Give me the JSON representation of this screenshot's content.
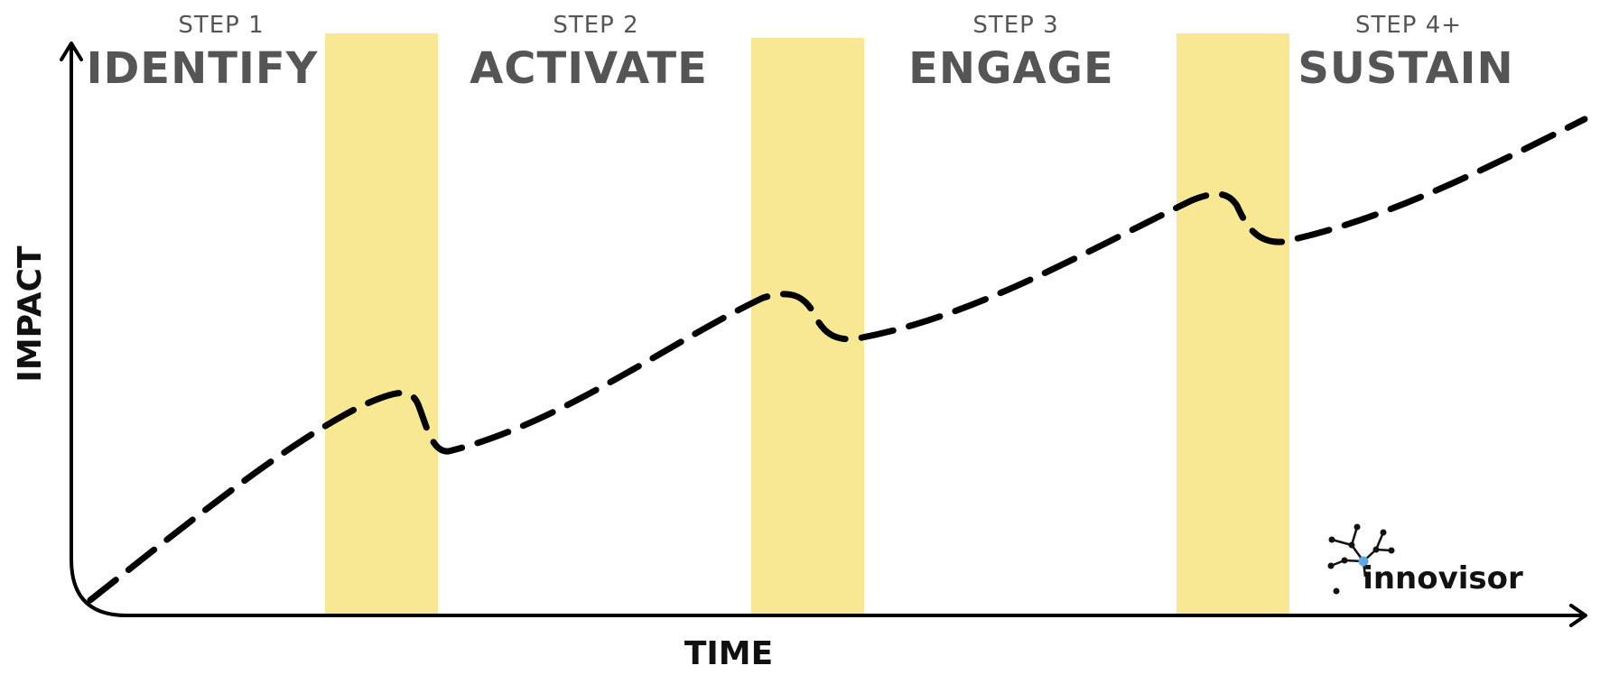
{
  "axes": {
    "y_label": "IMPACT",
    "x_label": "TIME"
  },
  "steps": [
    {
      "step": "STEP 1",
      "name": "IDENTIFY"
    },
    {
      "step": "STEP 2",
      "name": "ACTIVATE"
    },
    {
      "step": "STEP 3",
      "name": "ENGAGE"
    },
    {
      "step": "STEP 4+",
      "name": "SUSTAIN"
    }
  ],
  "transition_bands": 3,
  "logo": {
    "text": "innovisor"
  },
  "colors": {
    "band": "#f8e793",
    "curve": "#000000",
    "axis": "#000000",
    "step_text": "#555555",
    "logo_node": "#5aa9e6"
  },
  "icons": {
    "logo_mark": "network-nodes-icon",
    "y_arrow": "arrow-up-icon",
    "x_arrow": "arrow-right-icon"
  }
}
